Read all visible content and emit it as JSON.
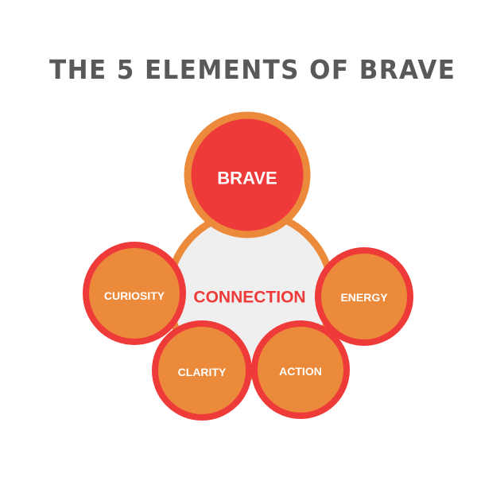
{
  "title": "THE 5 ELEMENTS OF BRAVE",
  "center": {
    "label": "CONNECTION"
  },
  "top": {
    "label": "BRAVE"
  },
  "elements": [
    {
      "label": "CURIOSITY"
    },
    {
      "label": "ENERGY"
    },
    {
      "label": "CLARITY"
    },
    {
      "label": "ACTION"
    }
  ],
  "colors": {
    "title": "#595959",
    "red": "#ef3a3a",
    "orange": "#ec8a3b",
    "center_fill": "#efefef",
    "white": "#ffffff"
  }
}
